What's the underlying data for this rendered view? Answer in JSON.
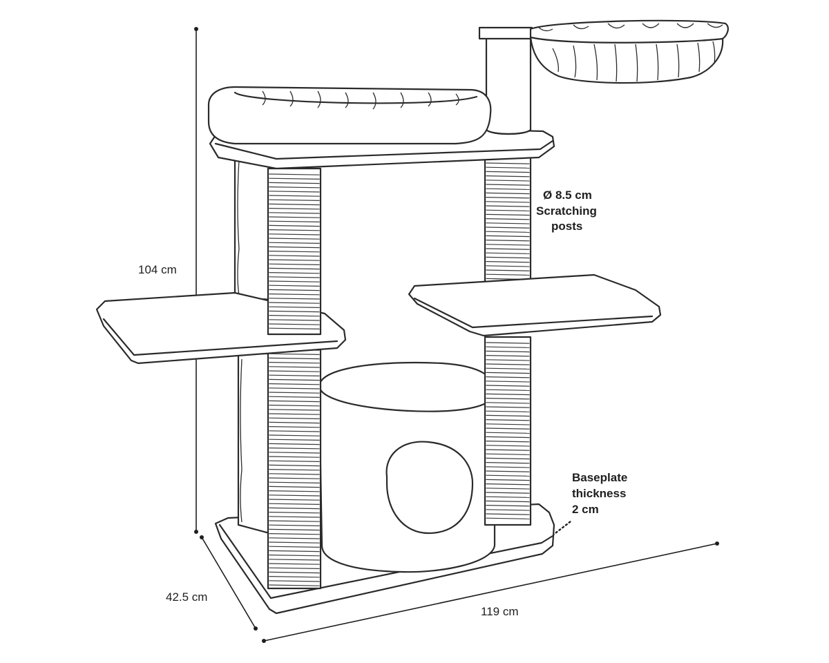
{
  "labels": {
    "height": "104 cm",
    "depth": "42.5 cm",
    "width": "119 cm",
    "post_diameter": "Ø 8.5 cm",
    "post_name_1": "Scratching",
    "post_name_2": "posts",
    "base_1": "Baseplate",
    "base_2": "thickness",
    "base_3": "2 cm"
  }
}
